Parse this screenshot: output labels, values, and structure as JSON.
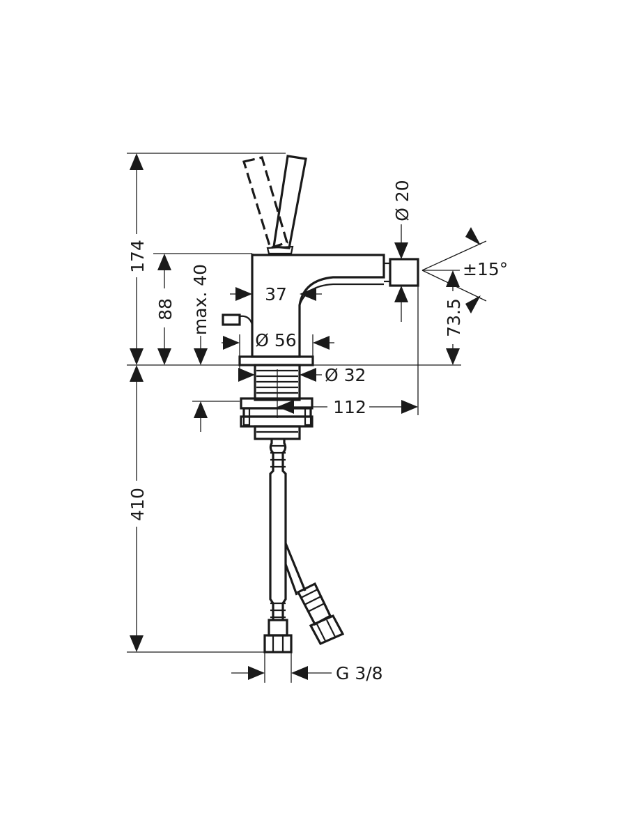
{
  "diagram": {
    "dimensions": {
      "total_height": "174",
      "spout_height": "88",
      "max_thickness": "max. 40",
      "spout_offset": "37",
      "base_diameter": "Ø 56",
      "shank_diameter": "Ø 32",
      "projection": "112",
      "outlet_diameter": "Ø 20",
      "swivel_angle": "±15°",
      "outlet_height": "73.5",
      "hose_length": "410",
      "connection_thread": "G 3/8"
    }
  }
}
